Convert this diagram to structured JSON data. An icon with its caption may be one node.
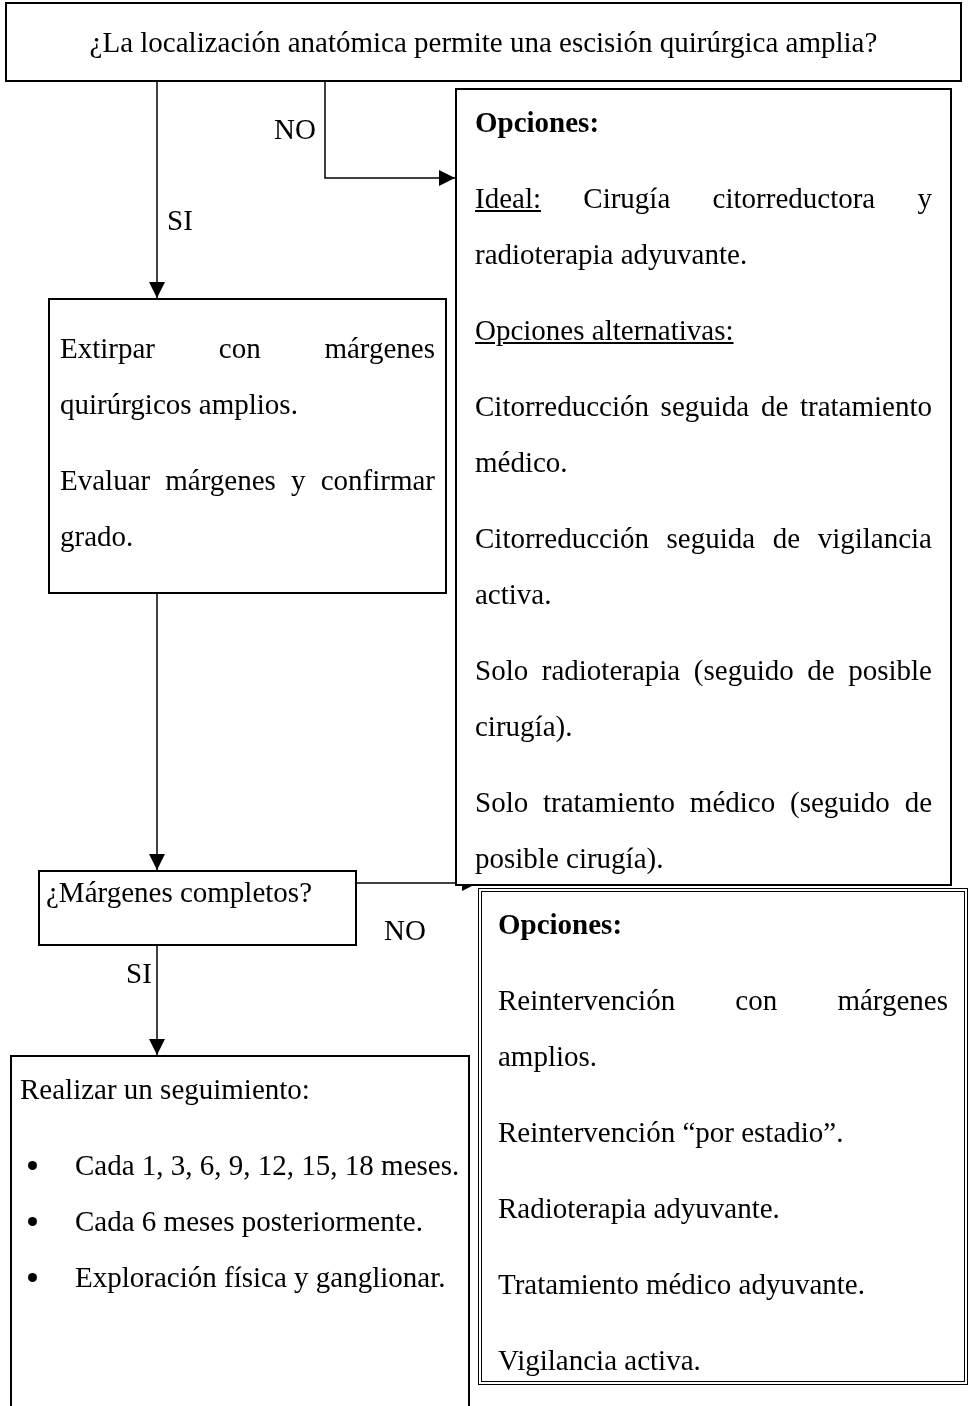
{
  "diagram": {
    "nodes": [
      {
        "text": [
          "¿La localización anatómica permite una escisión quirúrgica amplia?"
        ]
      },
      {
        "text": [
          "Opciones:",
          "Ideal:",
          "Cirugía citorreductora y radioterapia adyuvante.",
          "Opciones alternativas:",
          "Citorreducción seguida de tratamiento médico.",
          "Citorreducción seguida de vigilancia activa.",
          "Solo radioterapia (seguido de posible cirugía).",
          "Solo tratamiento médico (seguido de posible cirugía)."
        ]
      },
      {
        "text": [
          "Extirpar con márgenes quirúrgicos amplios.",
          "Evaluar márgenes y confirmar grado."
        ]
      },
      {
        "text": [
          "¿Márgenes completos?"
        ]
      },
      {
        "text": [
          "Opciones:",
          "Reintervención con márgenes amplios.",
          "Reintervención “por estadio”.",
          "Radioterapia adyuvante.",
          "Tratamiento médico adyuvante.",
          "Vigilancia activa."
        ]
      },
      {
        "text": [
          "Realizar un seguimiento:",
          "Cada 1, 3, 6, 9, 12, 15, 18 meses.",
          "Cada 6 meses posteriormente.",
          "Exploración física y ganglionar."
        ]
      }
    ],
    "edges": [
      {
        "from": 0,
        "to": 2,
        "arrow": "to",
        "label": "SI"
      },
      {
        "from": 0,
        "to": 1,
        "arrow": "to",
        "label": "NO"
      },
      {
        "from": 2,
        "to": 3,
        "arrow": "to"
      },
      {
        "from": 3,
        "to": 4,
        "arrow": "to",
        "label": "NO"
      },
      {
        "from": 3,
        "to": 5,
        "arrow": "to",
        "label": "SI"
      }
    ]
  }
}
